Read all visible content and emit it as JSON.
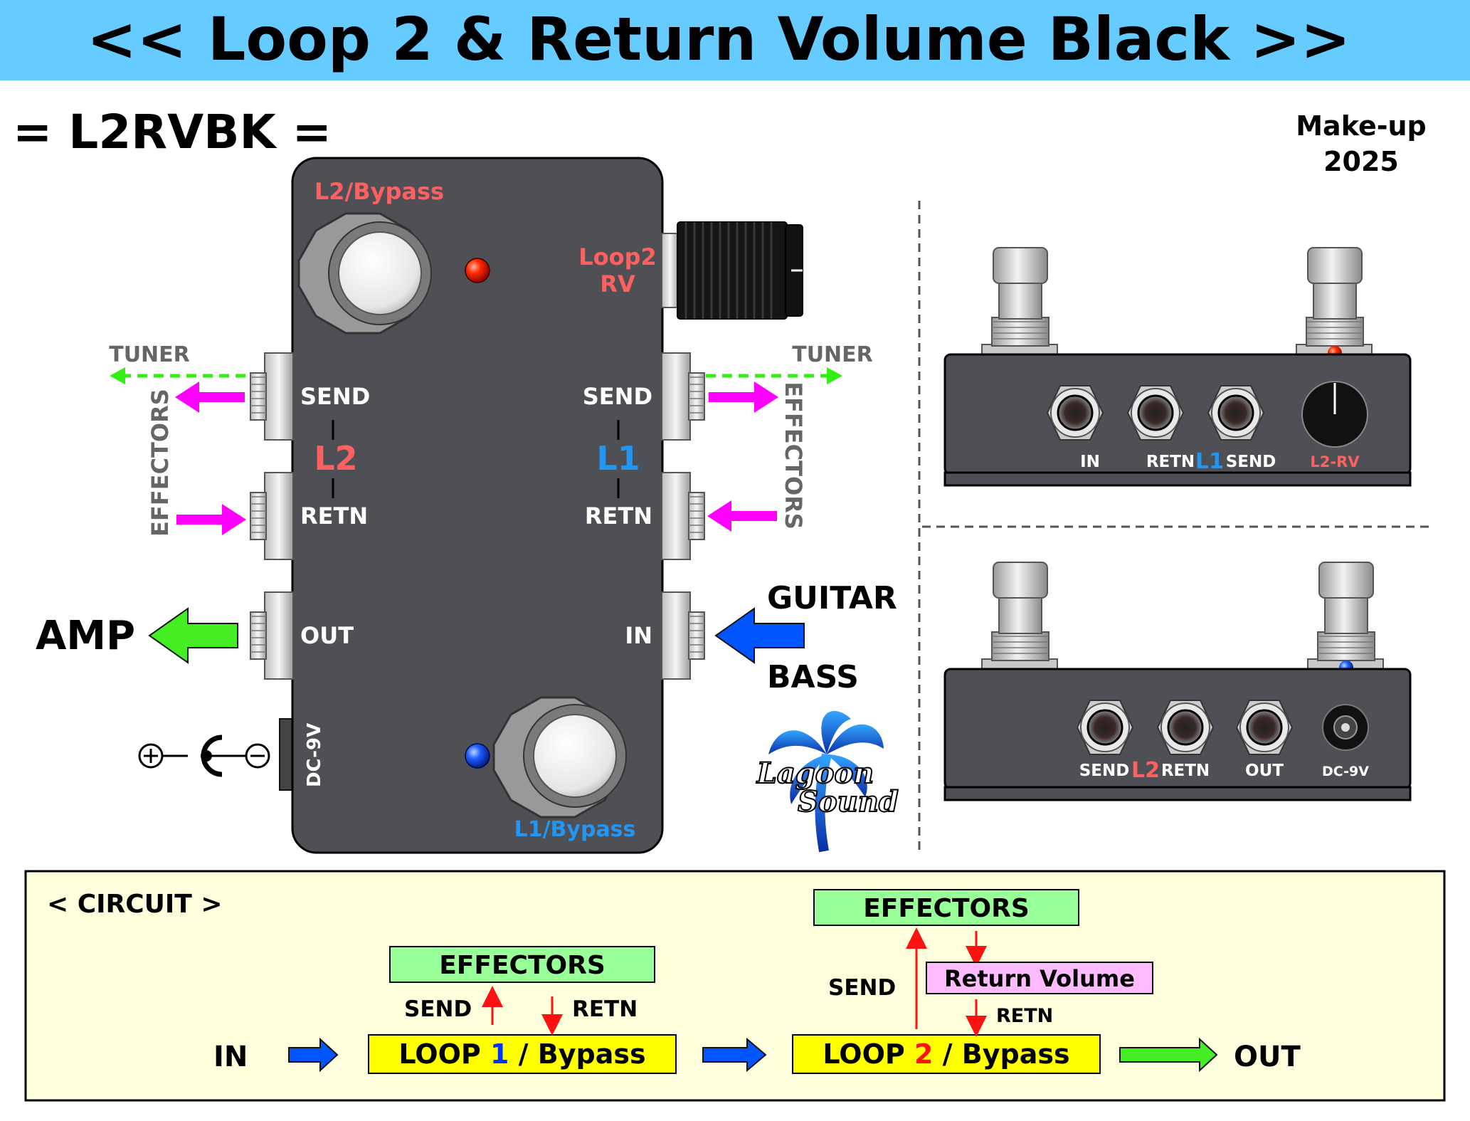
{
  "title": "<< Loop 2 & Return Volume Black >>",
  "model": "= L2RVBK =",
  "makeup": [
    "Make-up",
    "2025"
  ],
  "colors": {
    "banner": "#66ccff",
    "pedal": "#4f5055",
    "red_label": "#ff6060",
    "blue_label": "#2196f3",
    "magenta": "#ff00ff",
    "tuner_green": "#33ee11",
    "amp_green": "#44ee22",
    "input_blue": "#0055ff",
    "circuit_bg": "#ffffdd",
    "effectors_bg": "#99ff99",
    "loop_bg": "#ffff00",
    "return_vol_bg": "#ffbbff"
  },
  "pedal": {
    "l2_bypass": "L2/Bypass",
    "l1_bypass": "L1/Bypass",
    "knob_label": [
      "Loop2",
      "RV"
    ],
    "left_send": "SEND",
    "left_retn": "RETN",
    "left_loop": "L2",
    "right_send": "SEND",
    "right_retn": "RETN",
    "right_loop": "L1",
    "out": "OUT",
    "in": "IN",
    "dc": "DC-9V"
  },
  "outside": {
    "tuner_left": "TUNER",
    "tuner_right": "TUNER",
    "effectors_left": "EFFECTORS",
    "effectors_right": "EFFECTORS",
    "amp": "AMP",
    "guitar": "GUITAR",
    "bass": "BASS",
    "logo": [
      "Lagoon",
      "Sound"
    ]
  },
  "side_view_top": {
    "in": "IN",
    "retn": "RETN",
    "l1": "L1",
    "send": "SEND",
    "l2rv": "L2-RV"
  },
  "side_view_bottom": {
    "send": "SEND",
    "l2": "L2",
    "retn": "RETN",
    "out": "OUT",
    "dc": "DC-9V"
  },
  "circuit": {
    "heading": "< CIRCUIT >",
    "in": "IN",
    "out": "OUT",
    "loop1_prefix": "LOOP ",
    "loop1_num": "1",
    "loop1_suffix": " / Bypass",
    "loop2_prefix": "LOOP ",
    "loop2_num": "2",
    "loop2_suffix": " / Bypass",
    "effectors_1": "EFFECTORS",
    "effectors_2": "EFFECTORS",
    "send_1": "SEND",
    "retn_1": "RETN",
    "send_2": "SEND",
    "retn_2": "RETN",
    "return_volume": "Return Volume"
  }
}
